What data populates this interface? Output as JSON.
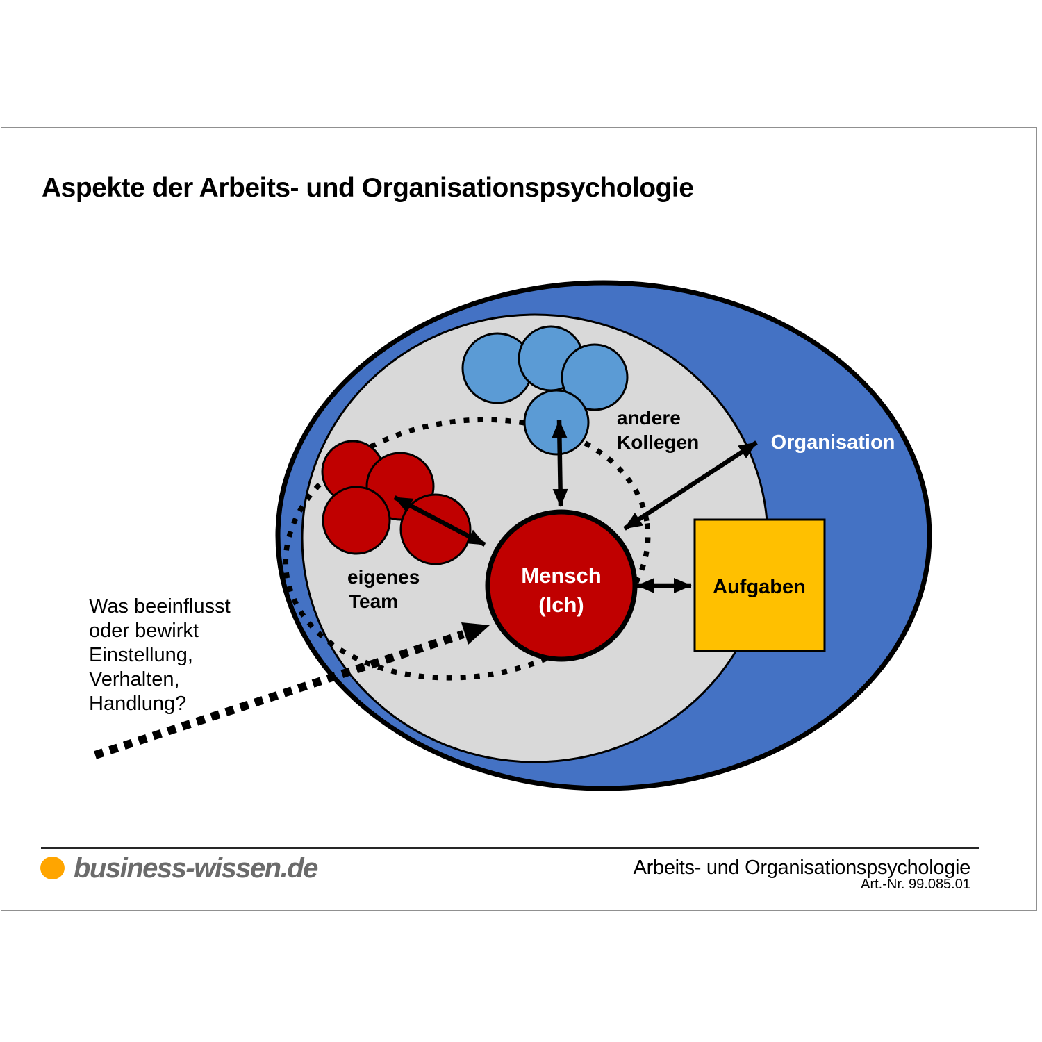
{
  "slide": {
    "title": "Aspekte der Arbeits- und Organisationspsychologie"
  },
  "diagram": {
    "organisation": "Organisation",
    "aufgaben": "Aufgaben",
    "mensch": [
      "Mensch",
      "(Ich)"
    ],
    "andere_kollegen": [
      "andere",
      "Kollegen"
    ],
    "eigenes_team": [
      "eigenes",
      "Team"
    ],
    "question": [
      "Was beeinflusst",
      "oder bewirkt",
      "Einstellung,",
      "Verhalten,",
      "Handlung?"
    ]
  },
  "footer": {
    "logo": "business-wissen.de",
    "doc_title": "Arbeits- und Organisationspsychologie",
    "art_nr": "Art.-Nr. 99.085.01"
  },
  "colors": {
    "organisation_blue": "#4472C4",
    "kollegen_blue": "#5B9BD5",
    "team_red": "#C00000",
    "mensch_red": "#C00000",
    "aufgaben_yellow": "#FFC000",
    "environment_gray": "#D9D9D9",
    "logo_orange": "#FFA500",
    "logo_gray": "#6B6B6B"
  }
}
